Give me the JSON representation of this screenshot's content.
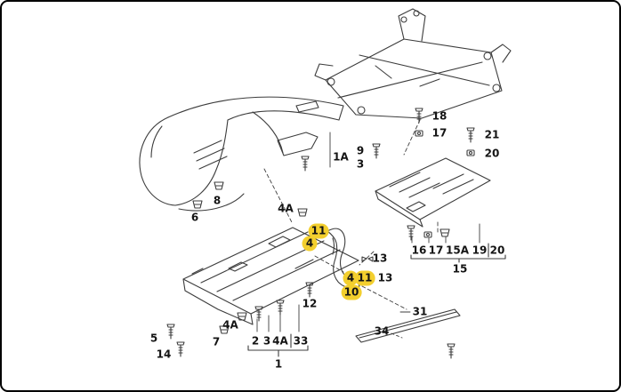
{
  "diagram": {
    "background_color": "#ffffff",
    "line_color": "#3d3d3d",
    "highlight_color": "#f3cf2e",
    "labels": [
      {
        "text": "18",
        "highlighted": false
      },
      {
        "text": "17",
        "highlighted": false
      },
      {
        "text": "21",
        "highlighted": false
      },
      {
        "text": "20",
        "highlighted": false
      },
      {
        "text": "9",
        "highlighted": false
      },
      {
        "text": "3",
        "highlighted": false
      },
      {
        "text": "1A",
        "highlighted": false
      },
      {
        "text": "8",
        "highlighted": false
      },
      {
        "text": "6",
        "highlighted": false
      },
      {
        "text": "4A",
        "highlighted": false
      },
      {
        "text": "11",
        "highlighted": true
      },
      {
        "text": "4",
        "highlighted": true
      },
      {
        "text": "13",
        "highlighted": false
      },
      {
        "text": "4",
        "highlighted": true
      },
      {
        "text": "11",
        "highlighted": true
      },
      {
        "text": "13",
        "highlighted": false
      },
      {
        "text": "10",
        "highlighted": true
      },
      {
        "text": "12",
        "highlighted": false
      },
      {
        "text": "16",
        "highlighted": false
      },
      {
        "text": "17",
        "highlighted": false
      },
      {
        "text": "15A",
        "highlighted": false
      },
      {
        "text": "19",
        "highlighted": false
      },
      {
        "text": "20",
        "highlighted": false
      },
      {
        "text": "15",
        "highlighted": false
      },
      {
        "text": "5",
        "highlighted": false
      },
      {
        "text": "14",
        "highlighted": false
      },
      {
        "text": "4A",
        "highlighted": false
      },
      {
        "text": "7",
        "highlighted": false
      },
      {
        "text": "2",
        "highlighted": false
      },
      {
        "text": "3",
        "highlighted": false
      },
      {
        "text": "4A",
        "highlighted": false
      },
      {
        "text": "33",
        "highlighted": false
      },
      {
        "text": "1",
        "highlighted": false
      },
      {
        "text": "31",
        "highlighted": false
      },
      {
        "text": "34",
        "highlighted": false
      }
    ]
  }
}
